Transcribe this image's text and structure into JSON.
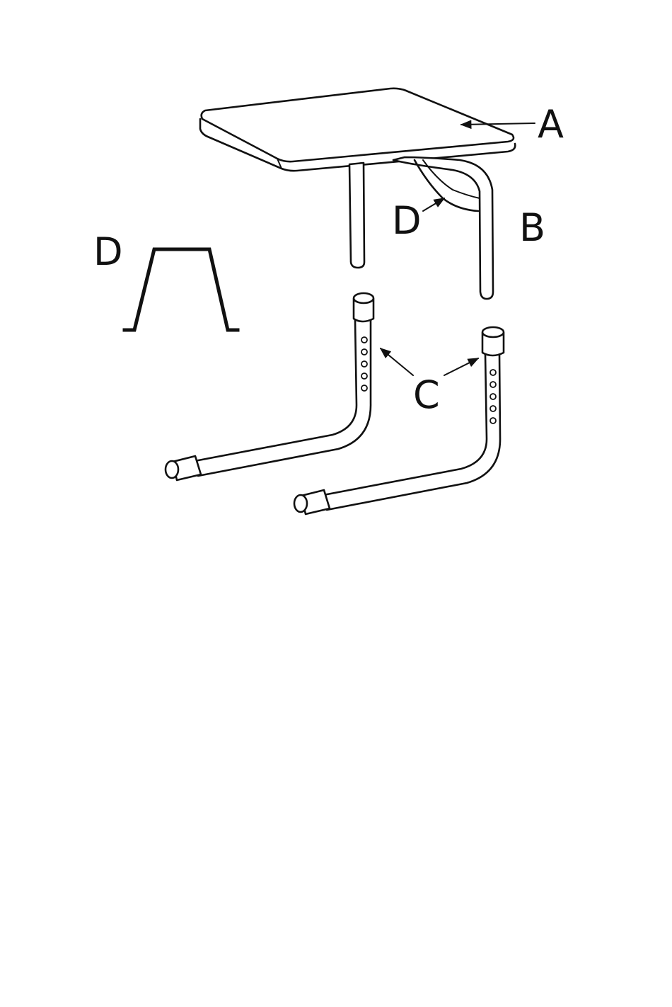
{
  "labels": {
    "a": "A",
    "b": "B",
    "c": "C",
    "d_main": "D",
    "d_detail": "D"
  },
  "colors": {
    "line": "#111111",
    "background": "#ffffff"
  }
}
